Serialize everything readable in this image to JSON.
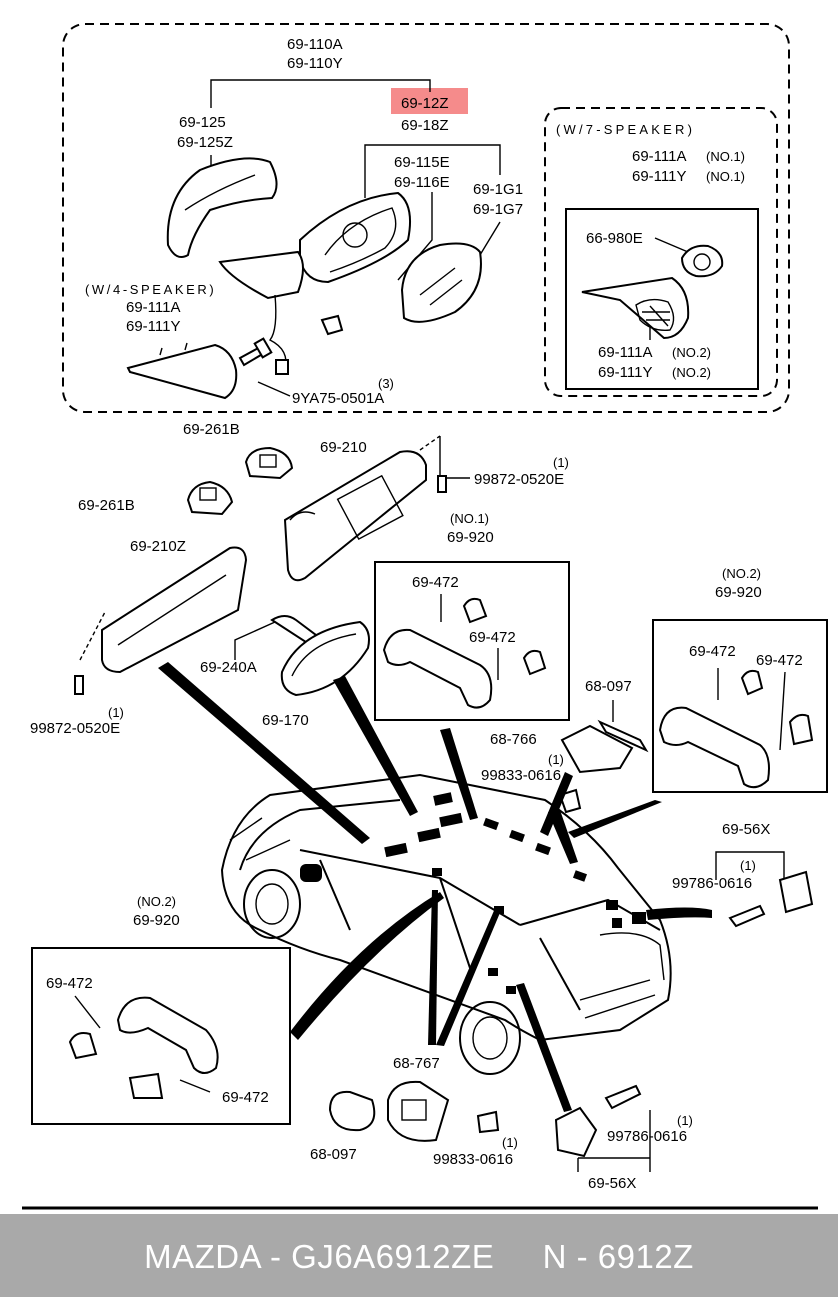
{
  "labels": {
    "l_69_110A": "69-110A",
    "l_69_110Y": "69-110Y",
    "l_69_12Z": "69-12Z",
    "l_69_18Z": "69-18Z",
    "l_69_125": "69-125",
    "l_69_125Z": "69-125Z",
    "l_69_115E": "69-115E",
    "l_69_116E": "69-116E",
    "l_69_1G1": "69-1G1",
    "l_69_1G7": "69-1G7",
    "l_w7": "(W/7-SPEAKER)",
    "l_69_111A_no1": "69-111A",
    "l_no1_a": "(NO.1)",
    "l_69_111Y_no1": "69-111Y",
    "l_no1_b": "(NO.1)",
    "l_66_980E": "66-980E",
    "l_69_111A_no2": "69-111A",
    "l_no2_a": "(NO.2)",
    "l_69_111Y_no2": "69-111Y",
    "l_no2_b": "(NO.2)",
    "l_w4": "(W/4-SPEAKER)",
    "l_69_111A": "69-111A",
    "l_69_111Y": "69-111Y",
    "l_qty3": "(3)",
    "l_9YA75": "9YA75-0501A",
    "l_69_261B_a": "69-261B",
    "l_69_261B_b": "69-261B",
    "l_69_210": "69-210",
    "l_qty1_a": "(1)",
    "l_99872_a": "99872-0520E",
    "l_69_210Z": "69-210Z",
    "l_no1_c": "(NO.1)",
    "l_69_920_a": "69-920",
    "l_69_472_a": "69-472",
    "l_69_472_b": "69-472",
    "l_69_240A": "69-240A",
    "l_69_170": "69-170",
    "l_qty1_b": "(1)",
    "l_99872_b": "99872-0520E",
    "l_no2_c": "(NO.2)",
    "l_69_920_b": "69-920",
    "l_69_472_c": "69-472",
    "l_69_472_d": "69-472",
    "l_68_097_a": "68-097",
    "l_68_766": "68-766",
    "l_qty1_c": "(1)",
    "l_99833_a": "99833-0616",
    "l_69_56X_a": "69-56X",
    "l_qty1_d": "(1)",
    "l_99786_a": "99786-0616",
    "l_no2_d": "(NO.2)",
    "l_69_920_c": "69-920",
    "l_69_472_e": "69-472",
    "l_69_472_f": "69-472",
    "l_68_767": "68-767",
    "l_68_097_b": "68-097",
    "l_qty1_e": "(1)",
    "l_99833_b": "99833-0616",
    "l_qty1_f": "(1)",
    "l_99786_b": "99786-0616",
    "l_69_56X_b": "69-56X"
  },
  "highlight_color": "#f58b8b",
  "footer": {
    "text": "MAZDA - GJ6A6912ZE     N - 6912Z"
  }
}
